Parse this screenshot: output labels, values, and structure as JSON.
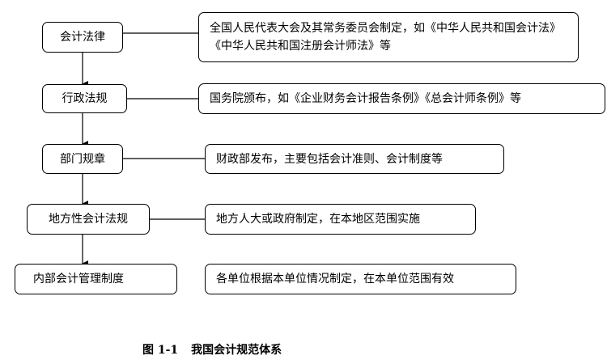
{
  "levels": [
    {
      "label": "会计法律",
      "description": "全国人民代表大会及其常务委员会制定，如《中华人民共和国会计法》《中华人民共和国注册会计师法》等"
    },
    {
      "label": "行政法规",
      "description": "国务院颁布，如《企业财务会计报告条例》《总会计师条例》等"
    },
    {
      "label": "部门规章",
      "description": "财政部发布，主要包括会计准则、会计制度等"
    },
    {
      "label": "地方性会计法规",
      "description": "地方人大或政府制定，在本地区范围实施"
    },
    {
      "label": "内部会计管理制度",
      "description": "各单位根据本单位情况制定，在本单位范围有效"
    }
  ],
  "caption": {
    "number": "图 1-1",
    "title": "我国会计规范体系"
  }
}
